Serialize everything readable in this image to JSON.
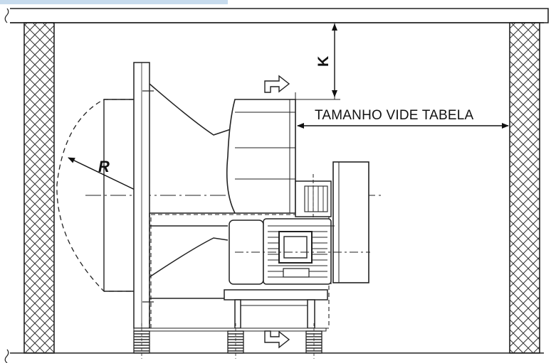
{
  "labels": {
    "clearance_dimension": "K",
    "size_note": "TAMANHO VIDE TABELA",
    "radius_dimension": "R"
  },
  "colors": {
    "line": "#222222",
    "accent": "#1e6fb8"
  },
  "icons": {
    "airflow_top": "airflow-arrow-icon",
    "airflow_bottom": "airflow-arrow-icon"
  }
}
